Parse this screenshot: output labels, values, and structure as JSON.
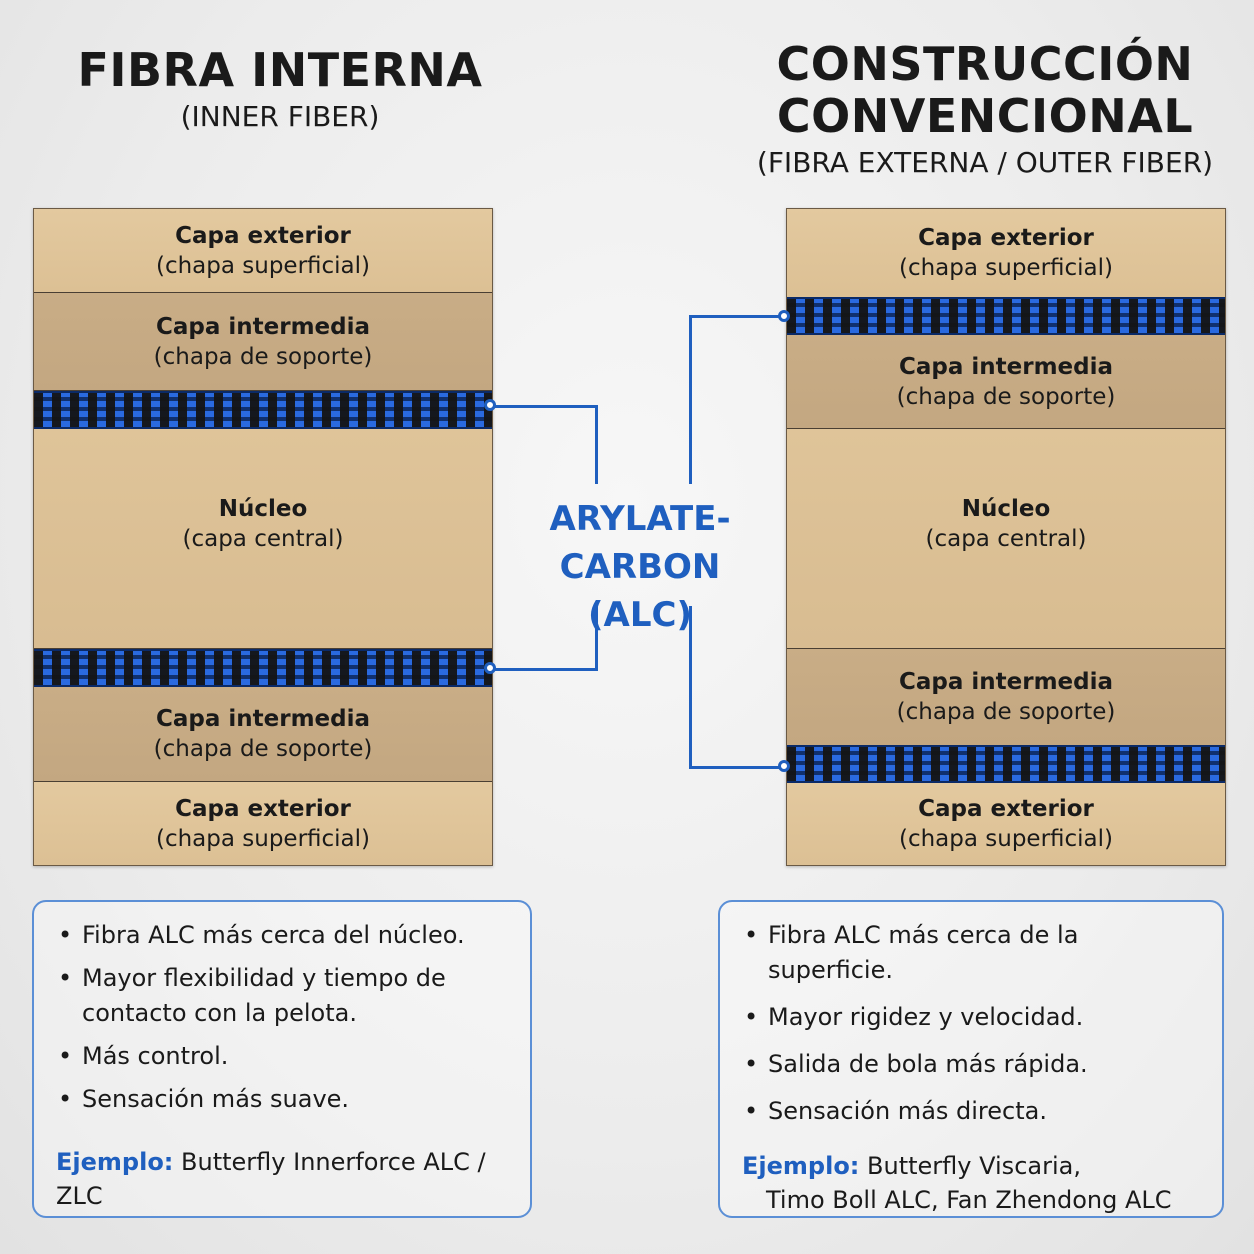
{
  "left": {
    "title": "FIBRA INTERNA",
    "subtitle": "(INNER FIBER)",
    "layers": [
      {
        "line1": "Capa exterior",
        "line2": "(chapa superficial)"
      },
      {
        "line1": "Capa intermedia",
        "line2": "(chapa de soporte)"
      },
      {
        "line1": "Núcleo",
        "line2": "(capa central)"
      },
      {
        "line1": "Capa intermedia",
        "line2": "(chapa de soporte)"
      },
      {
        "line1": "Capa exterior",
        "line2": "(chapa superficial)"
      }
    ],
    "bullets": [
      "Fibra ALC más cerca del núcleo.",
      "Mayor flexibilidad y tiempo de contacto con la pelota.",
      "Más control.",
      "Sensación más suave."
    ],
    "example_label": "Ejemplo:",
    "example_text": "Butterfly Innerforce ALC / ZLC"
  },
  "right": {
    "title_line1": "CONSTRUCCIÓN",
    "title_line2": "CONVENCIONAL",
    "subtitle": "(FIBRA EXTERNA / OUTER FIBER)",
    "layers": [
      {
        "line1": "Capa exterior",
        "line2": "(chapa superficial)"
      },
      {
        "line1": "Capa intermedia",
        "line2": "(chapa de soporte)"
      },
      {
        "line1": "Núcleo",
        "line2": "(capa central)"
      },
      {
        "line1": "Capa intermedia",
        "line2": "(chapa de soporte)"
      },
      {
        "line1": "Capa exterior",
        "line2": "(chapa superficial)"
      }
    ],
    "bullets": [
      "Fibra ALC más cerca de la superficie.",
      "Mayor rigidez y velocidad.",
      "Salida de bola más rápida.",
      "Sensación más directa."
    ],
    "example_label": "Ejemplo:",
    "example_line1": "Butterfly Viscaria,",
    "example_line2": "Timo Boll ALC, Fan Zhendong ALC"
  },
  "center": {
    "label_line1": "ARYLATE-CARBON",
    "label_line2": "(ALC)"
  },
  "colors": {
    "accent_blue": "#1f5fbf",
    "fiber_blue": "#1b4fb8",
    "wood_light": "#e3c99f",
    "wood_mid": "#c9ad86"
  }
}
